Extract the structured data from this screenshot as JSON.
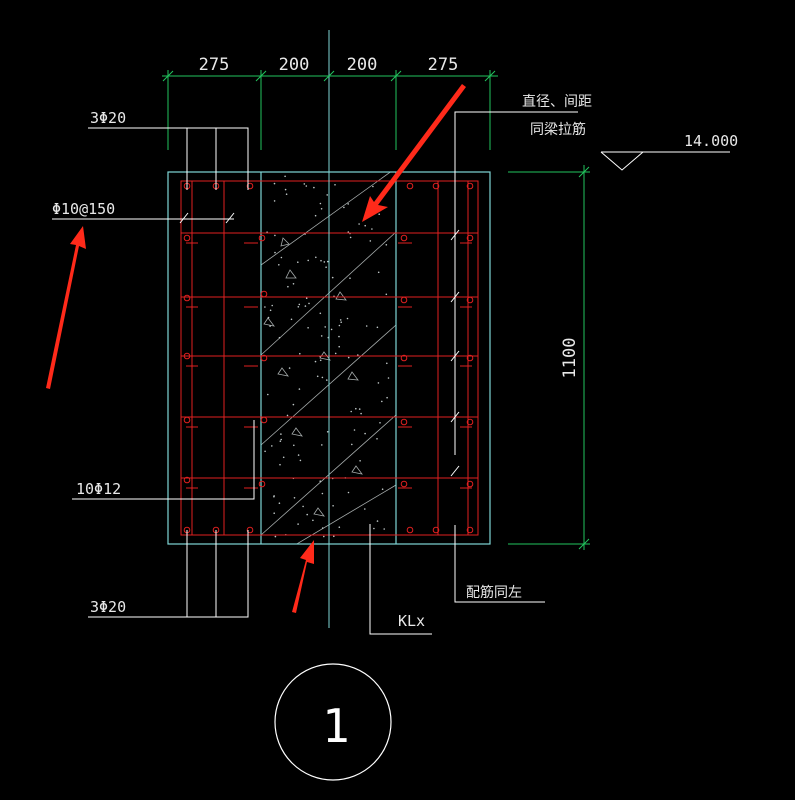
{
  "colors": {
    "background": "#000000",
    "dimension": "#22c55e",
    "outline": "#7fd6d6",
    "rebar": "#e02020",
    "leader": "#ffffff",
    "arrow": "#ff2a1a"
  },
  "dimensions": {
    "top": [
      "275",
      "200",
      "200",
      "275"
    ],
    "height": "1100"
  },
  "labels": {
    "top_bars": "3Φ20",
    "stirrup": "Φ10@150",
    "side_bars": "10Φ12",
    "bottom_bars": "3Φ20",
    "beam_mark": "KLx",
    "note_diameter": "直径、间距",
    "note_tie": "同梁拉筋",
    "note_same": "配筋同左",
    "elevation": "14.000"
  },
  "section_mark": "1"
}
